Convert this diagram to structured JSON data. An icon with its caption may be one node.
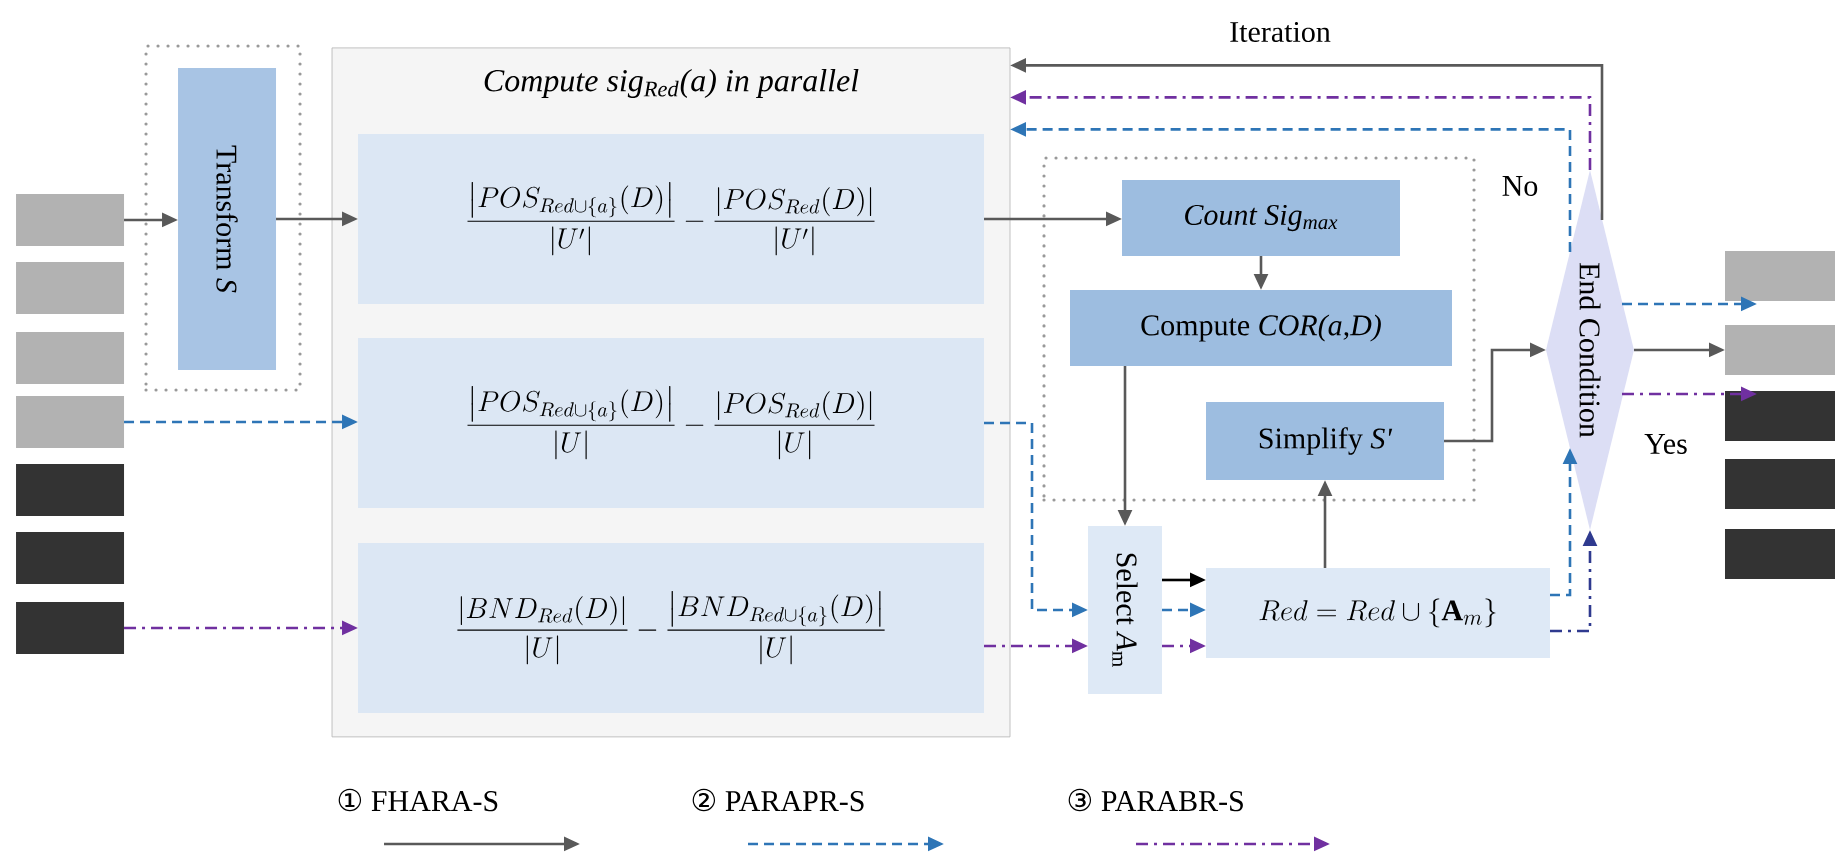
{
  "diagram": {
    "nodes": [
      {
        "text": [],
        "shape": "bar"
      },
      {
        "text": [],
        "shape": "bar"
      },
      {
        "text": [],
        "shape": "bar"
      },
      {
        "text": [],
        "shape": "bar"
      },
      {
        "text": [],
        "shape": "bar"
      },
      {
        "text": [],
        "shape": "bar"
      },
      {
        "text": [],
        "shape": "bar"
      },
      {
        "text": [],
        "shape": "box"
      },
      {
        "text": [
          "Transform *S*"
        ],
        "in": 7
      },
      {
        "text": [
          "Compute sig$_{Red}$(a) in parallel"
        ]
      },
      {
        "text": [
          "\\frac{\\left|POS_{Red\\cup\\{a\\}}(D)\\right|}{\\left|U'\\right|}-\\frac{\\left|POS_{Red}(D)\\right|}{\\left|U'\\right|}"
        ],
        "in": 9
      },
      {
        "text": [
          "\\frac{\\left|POS_{Red\\cup\\{a\\}}(D)\\right|}{\\left|U\\right|}-\\frac{\\left|POS_{Red}(D)\\right|}{\\left|U\\right|}"
        ],
        "in": 9
      },
      {
        "text": [
          "\\frac{\\left|BND_{Red}(D)\\right|}{\\left|U\\right|}-\\frac{\\left|BND_{Red\\cup\\{a\\}}(D)\\right|}{\\left|U\\right|}"
        ],
        "in": 9
      },
      {
        "text": [],
        "shape": "box"
      },
      {
        "text": [
          "Count Sig$_{max}$"
        ],
        "in": 13
      },
      {
        "text": [
          "Compute *COR(a,D)*"
        ],
        "in": 13
      },
      {
        "text": [
          "Simplify *S'*"
        ],
        "in": 13
      },
      {
        "text": [
          "Select *A*$_{m}$"
        ]
      },
      {
        "text": [
          "Red=Red\\cup\\{\\mathbf{A}_{m}\\}"
        ]
      },
      {
        "text": [
          "End Condition"
        ],
        "beside": [
          "No",
          "Yes"
        ]
      },
      {
        "text": [],
        "shape": "bar"
      },
      {
        "text": [],
        "shape": "bar"
      },
      {
        "text": [],
        "shape": "bar"
      },
      {
        "text": [],
        "shape": "bar"
      },
      {
        "text": [],
        "shape": "bar"
      }
    ],
    "edges": [
      {
        "from": 0,
        "to": 8,
        "arrow": "to"
      },
      {
        "from": 8,
        "to": 10,
        "arrow": "to"
      },
      {
        "from": 3,
        "to": 11,
        "arrow": "to",
        "style": "dashed",
        "color": "#2e75b6"
      },
      {
        "from": 6,
        "to": 12,
        "arrow": "to",
        "style": "dashed",
        "color": "#7030a0"
      },
      {
        "from": 10,
        "to": 14,
        "arrow": "to"
      },
      {
        "from": 14,
        "to": 15,
        "arrow": "to"
      },
      {
        "from": 15,
        "to": 17,
        "arrow": "to"
      },
      {
        "from": 11,
        "to": 17,
        "arrow": "to",
        "style": "dashed",
        "color": "#2e75b6"
      },
      {
        "from": 12,
        "to": 17,
        "arrow": "to",
        "style": "dashed",
        "color": "#7030a0"
      },
      {
        "from": 17,
        "to": 18,
        "arrow": "to",
        "color": "#000000"
      },
      {
        "from": 17,
        "to": 18,
        "arrow": "to",
        "style": "dashed",
        "color": "#2e75b6"
      },
      {
        "from": 17,
        "to": 18,
        "arrow": "to",
        "style": "dashed",
        "color": "#7030a0"
      },
      {
        "from": 18,
        "to": 16,
        "arrow": "to"
      },
      {
        "from": 16,
        "to": 19,
        "arrow": "to"
      },
      {
        "from": 18,
        "to": 19,
        "arrow": "to",
        "style": "dashed",
        "color": "#2e75b6"
      },
      {
        "from": 18,
        "to": 19,
        "arrow": "to",
        "style": "dashed",
        "color": "#2f3a8f"
      },
      {
        "from": 19,
        "to": 9,
        "arrow": "to",
        "label": "Iteration"
      },
      {
        "from": 19,
        "to": 9,
        "arrow": "to",
        "style": "dashed",
        "color": "#7030a0"
      },
      {
        "from": 19,
        "to": 9,
        "arrow": "to",
        "style": "dashed",
        "color": "#2e75b6"
      },
      {
        "from": 19,
        "to": 20,
        "arrow": "to",
        "style": "dashed",
        "color": "#2e75b6"
      },
      {
        "from": 19,
        "to": 21,
        "arrow": "to"
      },
      {
        "from": 19,
        "to": 22,
        "arrow": "to",
        "style": "dashed",
        "color": "#7030a0"
      }
    ],
    "legend": [
      {
        "text": "① FHARA-S"
      },
      {
        "text": "② PARAPR-S"
      },
      {
        "text": "③ PARABR-S"
      }
    ]
  }
}
